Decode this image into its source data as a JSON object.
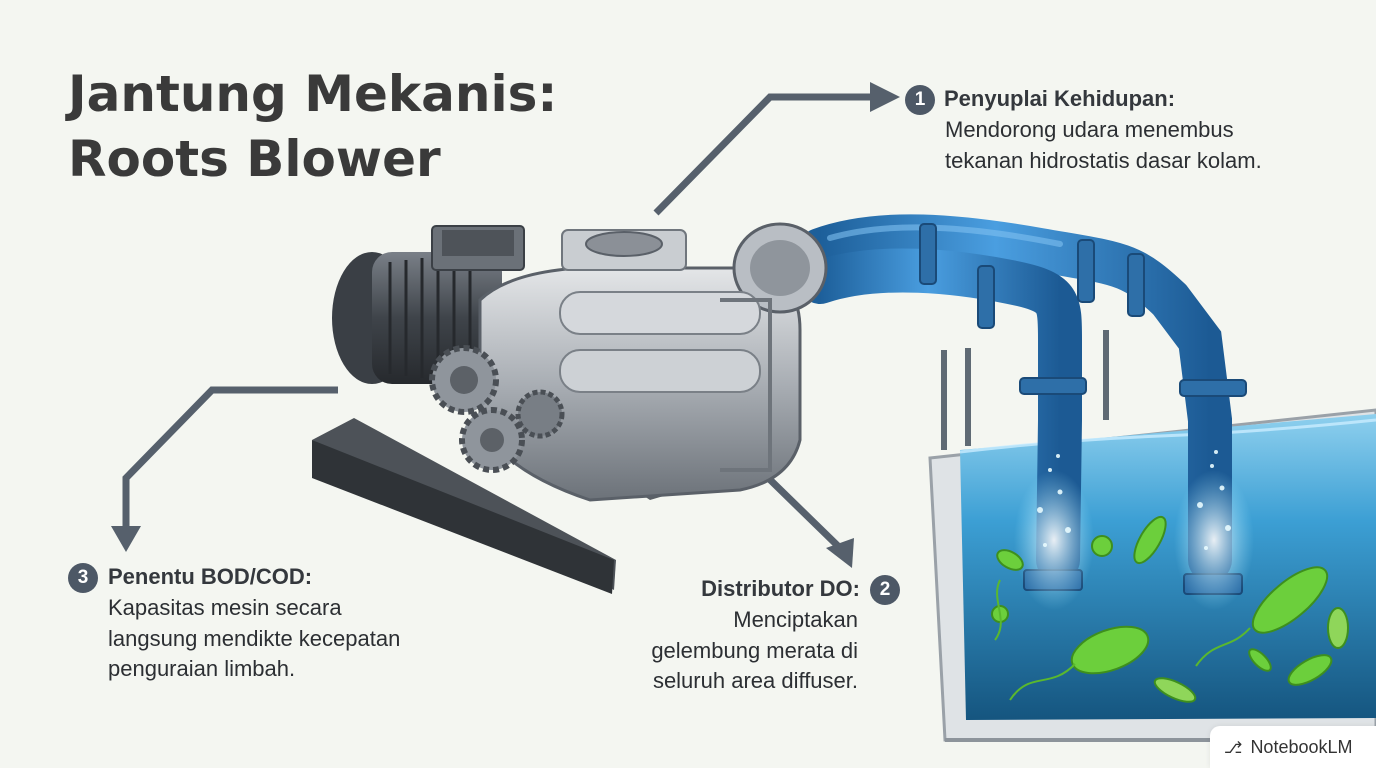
{
  "title": {
    "line1": "Jantung Mekanis:",
    "line2": "Roots Blower"
  },
  "callouts": [
    {
      "number": "1",
      "heading": "Penyuplai Kehidupan:",
      "body": [
        "Mendorong udara menembus",
        "tekanan hidrostatis dasar kolam."
      ]
    },
    {
      "number": "2",
      "heading": "Distributor DO:",
      "body": [
        "Menciptakan",
        "gelembung merata di",
        "seluruh area diffuser."
      ]
    },
    {
      "number": "3",
      "heading": "Penentu BOD/COD:",
      "body": [
        "Kapasitas mesin secara",
        "langsung mendikte kecepatan",
        "penguraian limbah."
      ]
    }
  ],
  "watermark": {
    "text": "NotebookLM",
    "icon": "notebooklm-logo-icon"
  },
  "colors": {
    "background": "#f4f6f1",
    "arrow": "#56606c",
    "pipe": "#2d7bc0",
    "water": "#3c9fd4",
    "bacteria": "#6ccf3c",
    "metal": "#9aa0a7",
    "badge": "#4d5866"
  }
}
